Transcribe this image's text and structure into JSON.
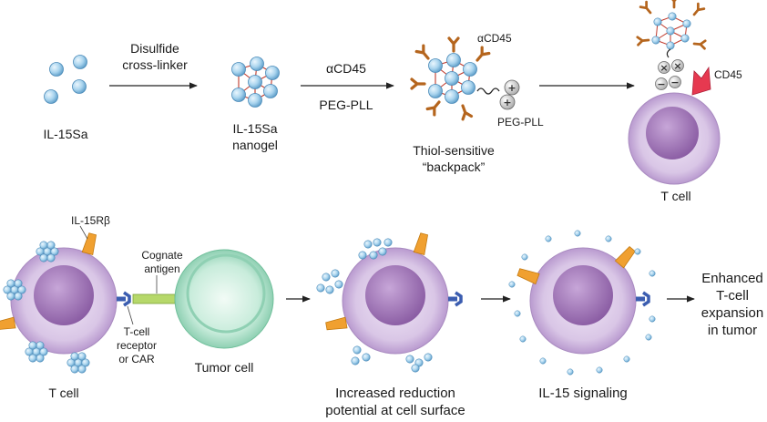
{
  "top_row": {
    "step1_label": "IL-15Sa",
    "arrow1_line1": "Disulfide",
    "arrow1_line2": "cross-linker",
    "step2_line1": "IL-15Sa",
    "step2_line2": "nanogel",
    "arrow2_top": "αCD45",
    "arrow2_bottom": "PEG-PLL",
    "backpack_antibody": "αCD45",
    "backpack_polymer": "PEG-PLL",
    "step3_line1": "Thiol-sensitive",
    "step3_line2": "“backpack”",
    "receptor_label": "CD45",
    "tcell_label": "T cell"
  },
  "bottom_row": {
    "receptor_label": "IL-15Rβ",
    "antigen_line1": "Cognate",
    "antigen_line2": "antigen",
    "tcr_line1": "T-cell",
    "tcr_line2": "receptor",
    "tcr_line3": "or CAR",
    "tcell_label": "T cell",
    "tumor_label": "Tumor cell",
    "step_a_line1": "Increased reduction",
    "step_a_line2": "potential at cell surface",
    "step_b_label": "IL-15 signaling",
    "outcome_line1": "Enhanced",
    "outcome_line2": "T-cell",
    "outcome_line3": "expansion",
    "outcome_line4": "in tumor"
  },
  "symbols": {
    "plus": "+",
    "minus": "−",
    "cross": "×"
  },
  "colors": {
    "nanoparticle": "#a9d4ee",
    "crosslink": "#c0392b",
    "antibody": "#b5651d",
    "cell_outer": "#cdb6dc",
    "nucleus": "#9a6bb0",
    "tumor_outer": "#bfe6d4",
    "receptor": "#f0a030",
    "cd45": "#e63950",
    "tcr": "#3b5db0",
    "antigen": "#b6d86a"
  }
}
